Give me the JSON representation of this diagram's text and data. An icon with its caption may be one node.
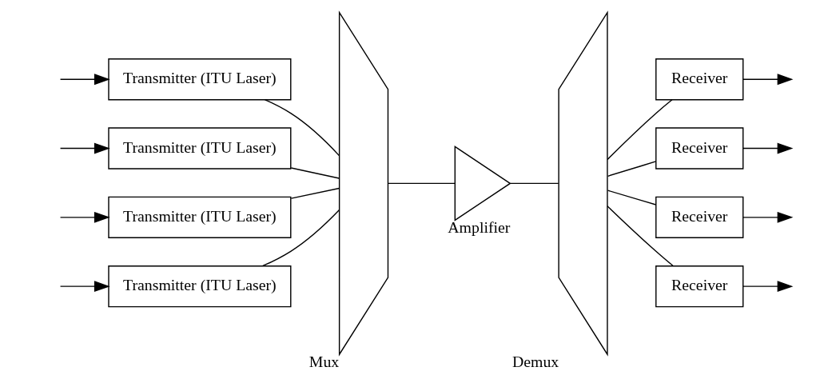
{
  "diagram": {
    "nodes": [
      {
        "text": [
          "Transmitter (ITU Laser)"
        ]
      },
      {
        "text": [
          "Transmitter (ITU Laser)"
        ]
      },
      {
        "text": [
          "Transmitter (ITU Laser)"
        ]
      },
      {
        "text": [
          "Transmitter (ITU Laser)"
        ]
      },
      {
        "text": [
          "Mux"
        ]
      },
      {
        "text": [
          "Amplifier"
        ]
      },
      {
        "text": [
          "Demux"
        ]
      },
      {
        "text": [
          "Receiver"
        ]
      },
      {
        "text": [
          "Receiver"
        ]
      },
      {
        "text": [
          "Receiver"
        ]
      },
      {
        "text": [
          "Receiver"
        ]
      }
    ],
    "edges": [
      {
        "from": null,
        "to": 0,
        "arrow": "to"
      },
      {
        "from": null,
        "to": 1,
        "arrow": "to"
      },
      {
        "from": null,
        "to": 2,
        "arrow": "to"
      },
      {
        "from": null,
        "to": 3,
        "arrow": "to"
      },
      {
        "from": 0,
        "to": 4,
        "arrow": "none"
      },
      {
        "from": 1,
        "to": 4,
        "arrow": "none"
      },
      {
        "from": 2,
        "to": 4,
        "arrow": "none"
      },
      {
        "from": 3,
        "to": 4,
        "arrow": "none"
      },
      {
        "from": 4,
        "to": 5,
        "arrow": "none"
      },
      {
        "from": 5,
        "to": 6,
        "arrow": "none"
      },
      {
        "from": 6,
        "to": 7,
        "arrow": "none"
      },
      {
        "from": 6,
        "to": 8,
        "arrow": "none"
      },
      {
        "from": 6,
        "to": 9,
        "arrow": "none"
      },
      {
        "from": 6,
        "to": 10,
        "arrow": "none"
      },
      {
        "from": 7,
        "to": null,
        "arrow": "to"
      },
      {
        "from": 8,
        "to": null,
        "arrow": "to"
      },
      {
        "from": 9,
        "to": null,
        "arrow": "to"
      },
      {
        "from": 10,
        "to": null,
        "arrow": "to"
      }
    ]
  }
}
